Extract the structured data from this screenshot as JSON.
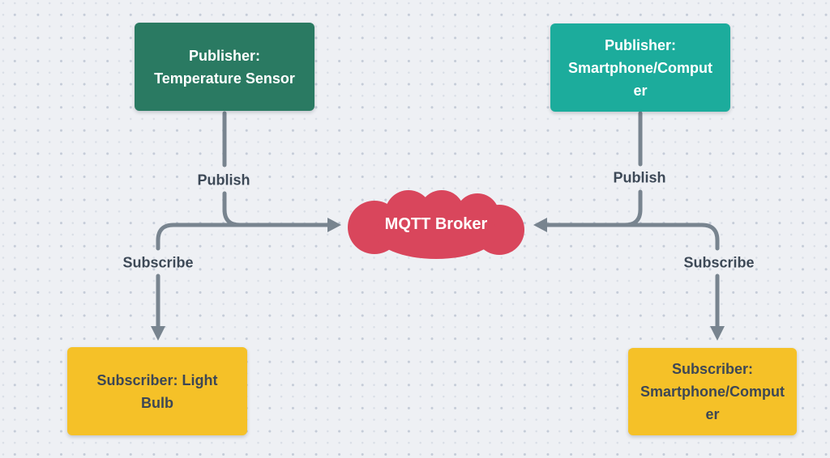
{
  "canvas": {
    "background_color": "#eef0f4",
    "dot_color": "#c5ccd8"
  },
  "nodes": {
    "publisher_temperature": {
      "label": "Publisher:\nTemperature Sensor",
      "color": "#2a7a62",
      "text_color": "#ffffff"
    },
    "publisher_smartphone": {
      "label": "Publisher:\nSmartphone/Comput\ner",
      "color": "#1cac9c",
      "text_color": "#ffffff"
    },
    "broker": {
      "label": "MQTT Broker",
      "color": "#d9465c",
      "text_color": "#ffffff",
      "shape": "cloud"
    },
    "subscriber_light_bulb": {
      "label": "Subscriber: Light\nBulb",
      "color": "#f5c128",
      "text_color": "#3d4755"
    },
    "subscriber_smartphone": {
      "label": "Subscriber:\nSmartphone/Comput\ner",
      "color": "#f5c128",
      "text_color": "#3d4755"
    }
  },
  "edges": {
    "line_color": "#78848f",
    "left_publish": {
      "label": "Publish",
      "from": "publisher_temperature",
      "to": "broker"
    },
    "left_subscribe": {
      "label": "Subscribe",
      "from": "broker",
      "to": "subscriber_light_bulb"
    },
    "right_publish": {
      "label": "Publish",
      "from": "publisher_smartphone",
      "to": "broker"
    },
    "right_subscribe": {
      "label": "Subscribe",
      "from": "broker",
      "to": "subscriber_smartphone"
    }
  }
}
